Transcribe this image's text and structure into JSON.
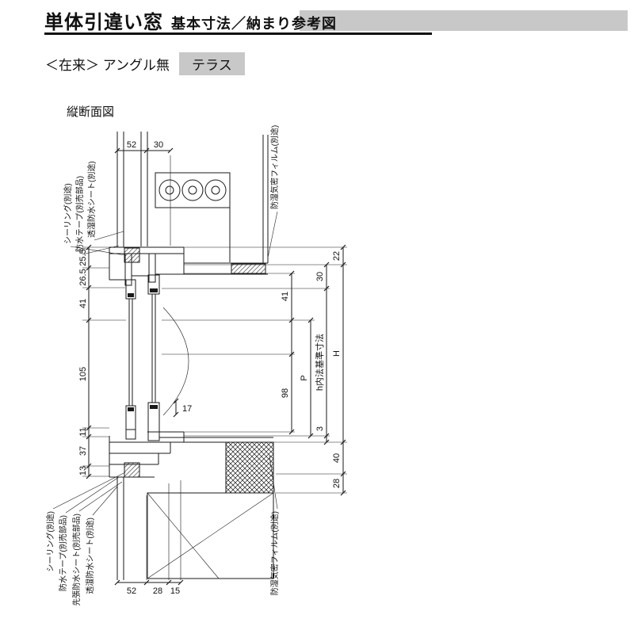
{
  "header": {
    "title": "単体引違い窓",
    "subtitle": "基本寸法／納まり参考図"
  },
  "variant": {
    "label": "＜在来＞ アングル無",
    "badge": "テラス"
  },
  "view_label": "縦断面図",
  "colors": {
    "line": "#1a1a1a",
    "gray_bar": "#c8c8c8",
    "badge_bg": "#c8c8c8"
  },
  "annotations": {
    "top": [
      "シーリング(別途)",
      "防水テープ(別売部品)",
      "透湿防水シート(別途)",
      "防湿気密フィルム(別途)"
    ],
    "bottom": [
      "シーリング(別途)",
      "防水テープ(別売部品)",
      "先張防水シート(別売部品)",
      "透湿防水シート(別途)",
      "防湿気密フィルム(別途)"
    ]
  },
  "dimensions": {
    "top": [
      "52",
      "30"
    ],
    "left": [
      "25.5",
      "26.5",
      "41",
      "105",
      "11",
      "37",
      "13"
    ],
    "inner": [
      "41",
      "98",
      "17"
    ],
    "mid_right": [
      "30",
      "h内法基準寸法",
      "3",
      "P"
    ],
    "outer_right": [
      "22",
      "H",
      "40",
      "28"
    ],
    "bottom": [
      "52",
      "28",
      "15"
    ]
  }
}
